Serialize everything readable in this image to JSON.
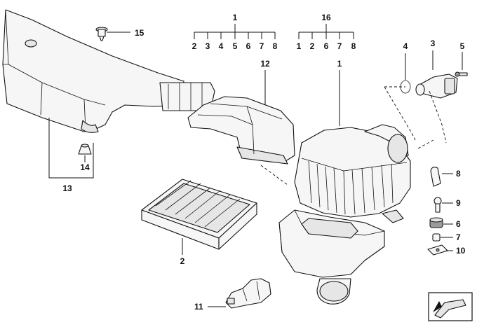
{
  "labels": {
    "l1_top": "1",
    "l1_sub": [
      "2",
      "3",
      "4",
      "5",
      "6",
      "7",
      "8"
    ],
    "l16_top": "16",
    "l16_sub": [
      "1",
      "2",
      "6",
      "7",
      "8"
    ],
    "l15": "15",
    "l12": "12",
    "l1_box": "1",
    "l4": "4",
    "l3": "3",
    "l5": "5",
    "l14": "14",
    "l13": "13",
    "l2": "2",
    "l8": "8",
    "l9": "9",
    "l6": "6",
    "l7": "7",
    "l10": "10",
    "l11": "11"
  }
}
